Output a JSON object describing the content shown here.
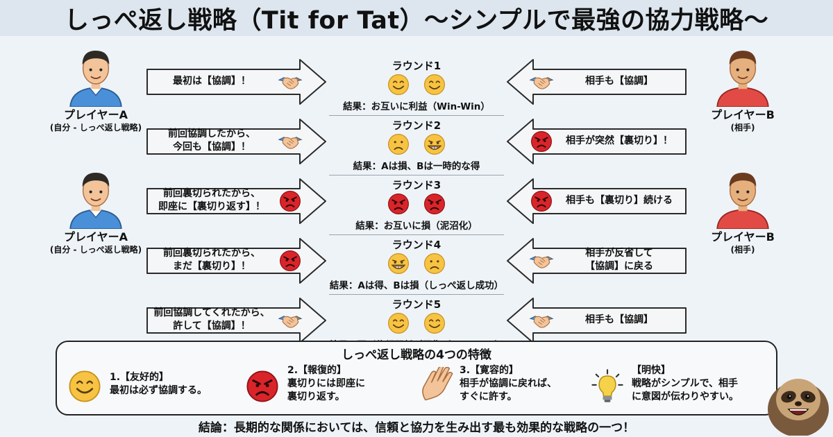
{
  "title": "しっぺ返し戦略（Tit for Tat）〜シンプルで最強の協力戦略〜",
  "colors": {
    "arrow_fill": "#f4f6f8",
    "smile": "#f6c343",
    "angry": "#d9252a",
    "shirt_a": "#4a90d9",
    "shirt_b": "#e24b45"
  },
  "player_a": {
    "name": "プレイヤーA",
    "sub": "(自分 - しっぺ返し戦略)"
  },
  "player_b": {
    "name": "プレイヤーB",
    "sub": "(相手)"
  },
  "rounds": [
    {
      "title": "ラウンド1",
      "a_line1": "最初は【協調】！",
      "a_line2": "",
      "b_line1": "相手も【協調】",
      "b_line2": "",
      "a_icon": "handshake-icon",
      "b_icon": "handshake-icon",
      "face_a": "smile-face-icon",
      "face_b": "smile-face-icon",
      "result": "結果：お互いに利益（Win-Win）"
    },
    {
      "title": "ラウンド2",
      "a_line1": "前回協調したから、",
      "a_line2": "今回も【協調】！",
      "b_line1": "相手が突然【裏切り】！",
      "b_line2": "",
      "a_icon": "handshake-icon",
      "b_icon": "angry-face-icon",
      "face_a": "sad-face-icon",
      "face_b": "grin-face-icon",
      "result": "結果：Aは損、Bは一時的な得"
    },
    {
      "title": "ラウンド3",
      "a_line1": "前回裏切られたから、",
      "a_line2": "即座に【裏切り返す】！",
      "b_line1": "相手も【裏切り】続ける",
      "b_line2": "",
      "a_icon": "angry-face-icon",
      "b_icon": "angry-face-icon",
      "face_a": "angry-face-icon",
      "face_b": "angry-face-icon",
      "result": "結果：お互いに損（泥沼化）"
    },
    {
      "title": "ラウンド4",
      "a_line1": "前回裏切られたから、",
      "a_line2": "まだ【裏切り】！",
      "b_line1": "相手が反省して",
      "b_line2": "【協調】に戻る",
      "a_icon": "angry-face-icon",
      "b_icon": "handshake-icon",
      "face_a": "grin-face-icon",
      "face_b": "sad-face-icon",
      "result": "結果：Aは得、Bは損（しっぺ返し成功）"
    },
    {
      "title": "ラウンド5",
      "a_line1": "前回協調してくれたから、",
      "a_line2": "許して【協調】！",
      "b_line1": "相手も【協調】",
      "b_line2": "",
      "a_icon": "handshake-icon",
      "b_icon": "handshake-icon",
      "face_a": "smile-face-icon",
      "face_b": "smile-face-icon",
      "result": "結果：再び信頼関係が回復（Win-Win）"
    }
  ],
  "features": {
    "heading": "しっぺ返し戦略の4つの特徴",
    "items": [
      {
        "icon": "smile-face-icon",
        "title": "1.【友好的】",
        "line1": "最初は必ず協調する。",
        "line2": ""
      },
      {
        "icon": "angry-face-icon",
        "title": "2.【報復的】",
        "line1": "裏切りには即座に",
        "line2": "裏切り返す。"
      },
      {
        "icon": "open-hand-icon",
        "title": "3.【寛容的】",
        "line1": "相手が協調に戻れば、",
        "line2": "すぐに許す。"
      },
      {
        "icon": "lightbulb-icon",
        "title": "【明快】",
        "line1": "戦略がシンプルで、相手",
        "line2": "に意図が伝わりやすい。"
      }
    ]
  },
  "conclusion": "結論：長期的な関係においては、信頼と協力を生み出す最も効果的な戦略の一つ！"
}
